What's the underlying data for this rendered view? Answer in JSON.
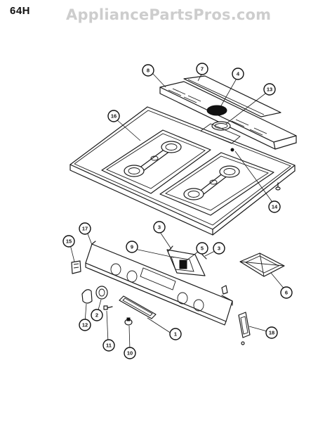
{
  "page_id": "64H",
  "watermark": "AppliancePartsPros.com",
  "callouts": [
    "8",
    "7",
    "4",
    "13",
    "16",
    "14",
    "3",
    "17",
    "15",
    "9",
    "5",
    "3",
    "6",
    "12",
    "2",
    "11",
    "10",
    "1",
    "18"
  ]
}
